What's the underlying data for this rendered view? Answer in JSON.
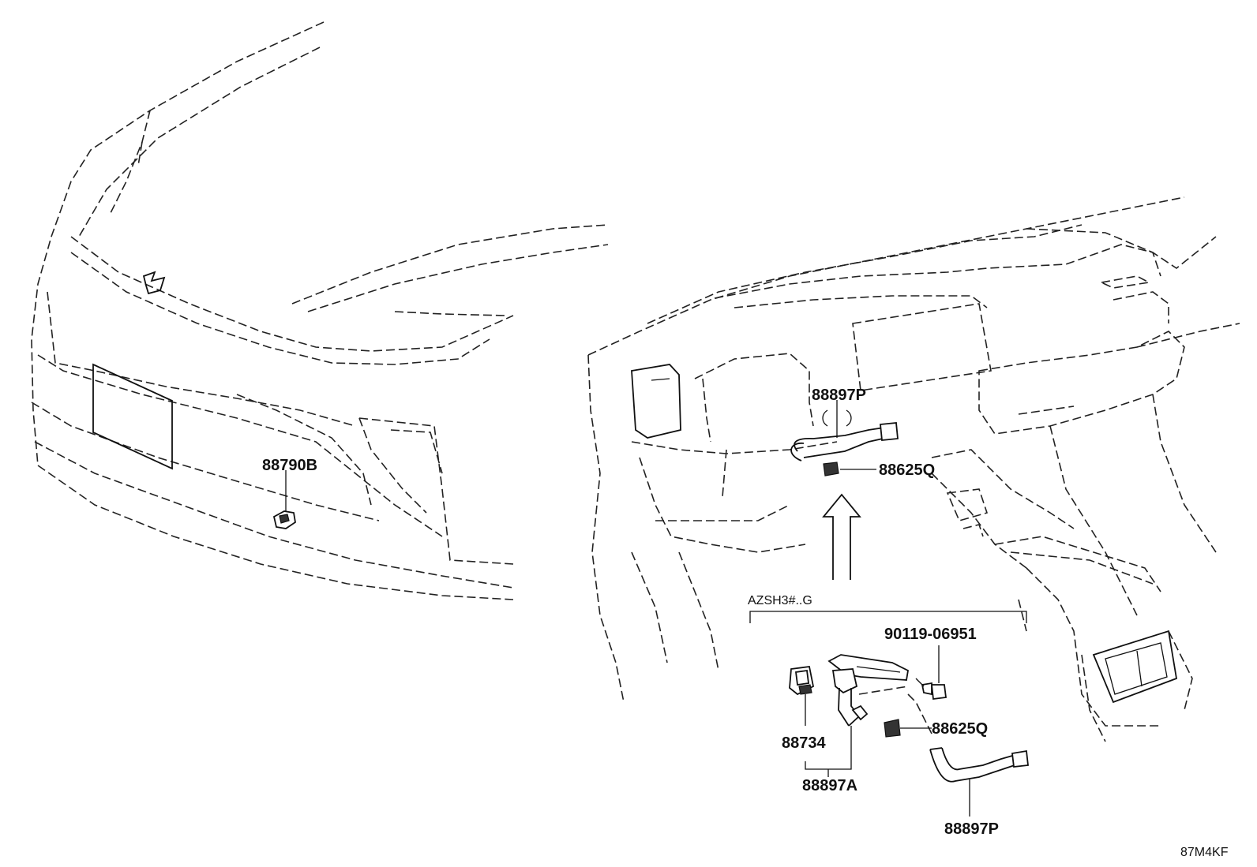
{
  "labels": {
    "left_sensor": "88790B",
    "dash_hose": "88897P",
    "dash_clip": "88625Q",
    "variant_code": "AZSH3#..G",
    "bolt": "90119-06951",
    "clip_detail": "88625Q",
    "sensor_detail": "88734",
    "assembly": "88897A",
    "hose_detail": "88897P",
    "diagram_code": "87M4KF"
  }
}
